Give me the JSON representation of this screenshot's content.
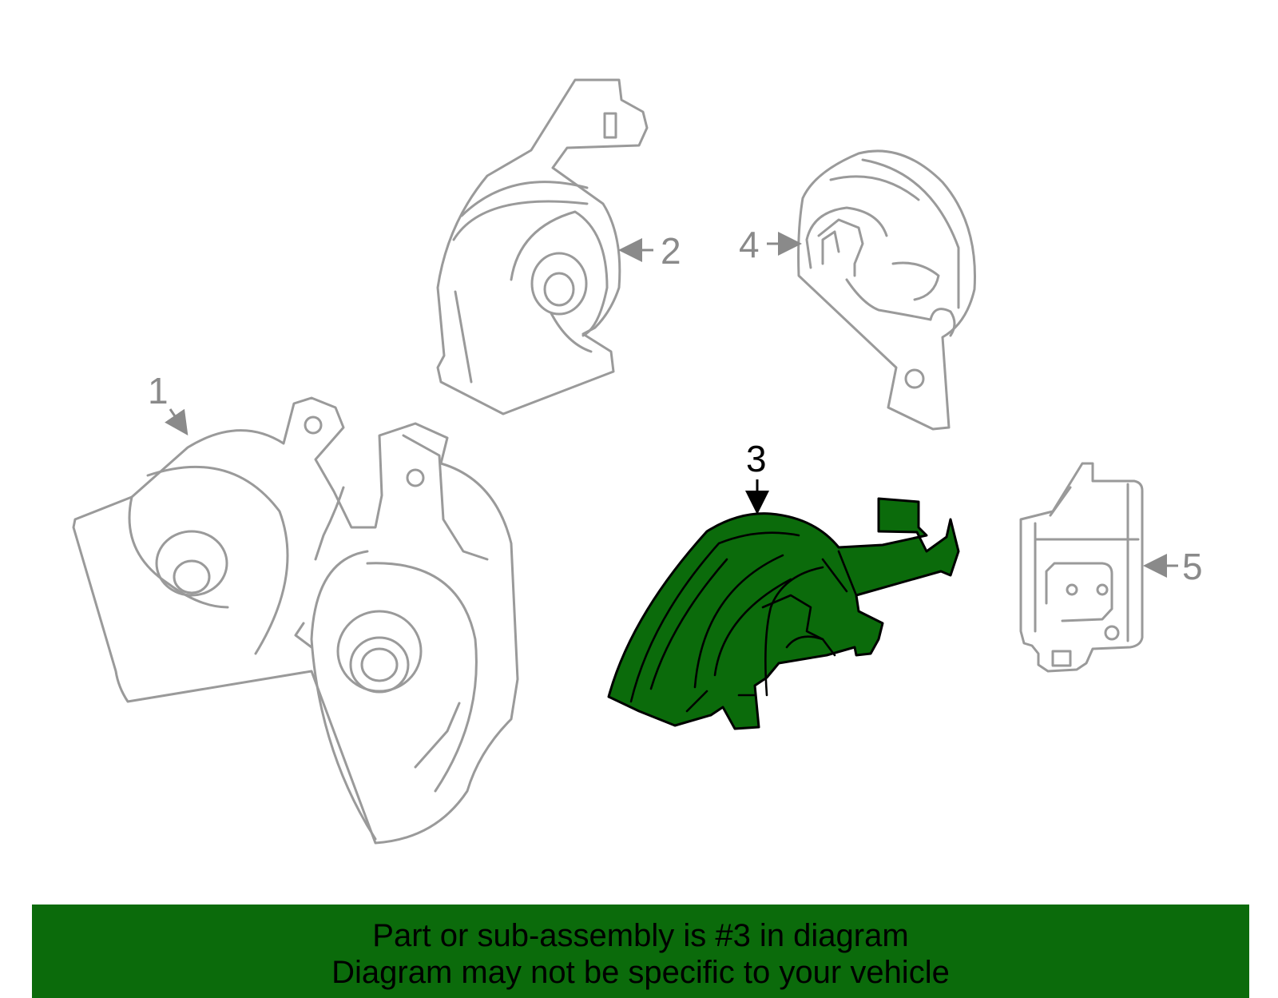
{
  "callouts": [
    "1",
    "2",
    "3",
    "4",
    "5"
  ],
  "highlighted_part": "3",
  "colors": {
    "highlight": "#0b6b0b",
    "ghost_stroke": "#9a9a9a",
    "banner": "#0b6b0b"
  },
  "banner": {
    "line1": "Part or sub-assembly is #3 in diagram",
    "line2": "Diagram may not be specific to your vehicle"
  }
}
